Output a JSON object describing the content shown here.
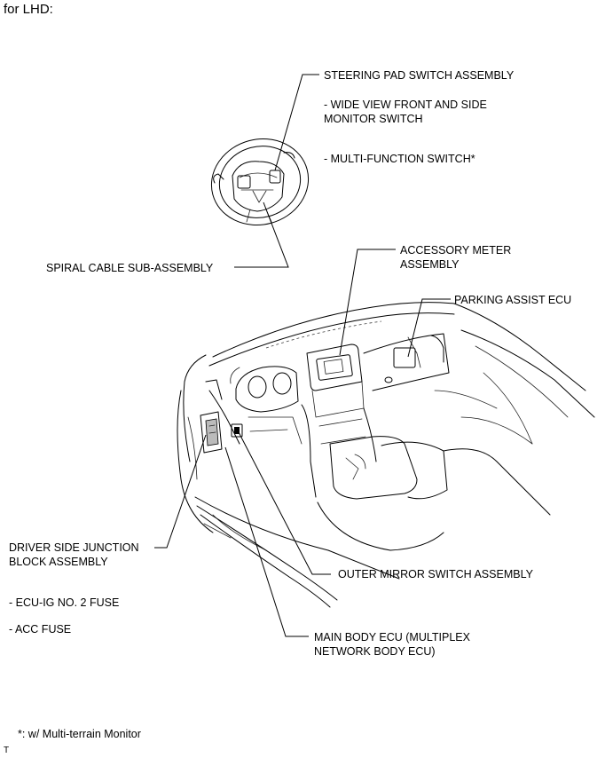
{
  "header": {
    "title": "for LHD:"
  },
  "labels": {
    "steering_pad": "STEERING PAD SWITCH ASSEMBLY",
    "wide_view_1": "- WIDE VIEW FRONT AND SIDE",
    "wide_view_2": "MONITOR SWITCH",
    "multi_function": "- MULTI-FUNCTION SWITCH*",
    "spiral_cable": "SPIRAL CABLE SUB-ASSEMBLY",
    "accessory_meter_1": "ACCESSORY METER",
    "accessory_meter_2": "ASSEMBLY",
    "parking_assist": "PARKING ASSIST ECU",
    "driver_jb_1": "DRIVER SIDE JUNCTION",
    "driver_jb_2": "BLOCK ASSEMBLY",
    "ecu_ig_fuse": "- ECU-IG NO. 2 FUSE",
    "acc_fuse": "- ACC FUSE",
    "outer_mirror": "OUTER MIRROR SWITCH ASSEMBLY",
    "main_body_1": "MAIN BODY ECU (MULTIPLEX",
    "main_body_2": "NETWORK BODY ECU)"
  },
  "footnote": "*: w/ Multi-terrain Monitor",
  "corner_mark": "T"
}
